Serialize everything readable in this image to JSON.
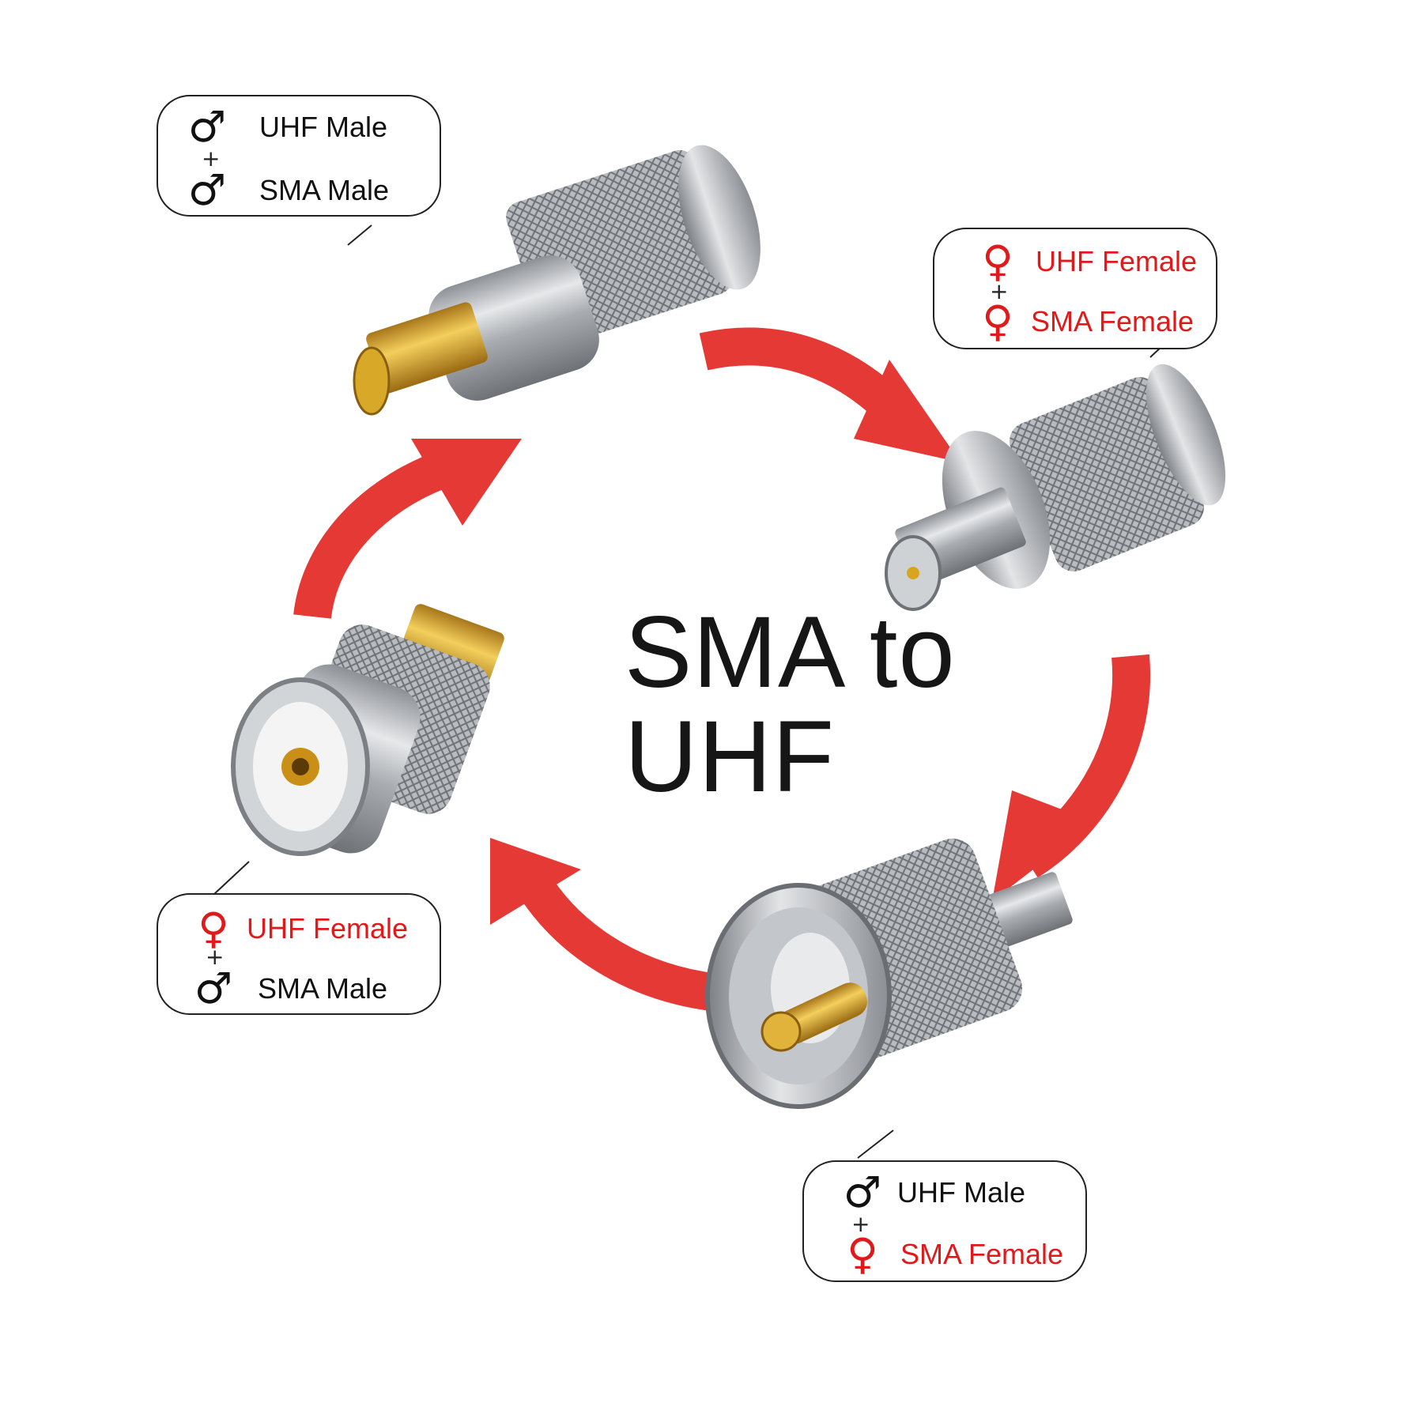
{
  "title": {
    "line1": "SMA to",
    "line2": "UHF"
  },
  "colors": {
    "arrow": "#e53935",
    "female": "#e01a1a",
    "male": "#111111",
    "steel": "#b9bcc0",
    "gold": "#d9a520"
  },
  "bubbles": [
    {
      "top_symbol": "♂",
      "top_label": "UHF Male",
      "plus": "+",
      "bottom_symbol": "♂",
      "bottom_label": "SMA Male"
    },
    {
      "top_symbol": "♀",
      "top_label": "UHF Female",
      "plus": "+",
      "bottom_symbol": "♀",
      "bottom_label": "SMA Female"
    },
    {
      "top_symbol": "♀",
      "top_label": "UHF Female",
      "plus": "+",
      "bottom_symbol": "♂",
      "bottom_label": "SMA Male"
    },
    {
      "top_symbol": "♂",
      "top_label": "UHF Male",
      "plus": "+",
      "bottom_symbol": "♀",
      "bottom_label": "SMA Female"
    }
  ],
  "icons": [
    "male-symbol-icon",
    "female-symbol-icon",
    "curved-arrow-icon"
  ]
}
